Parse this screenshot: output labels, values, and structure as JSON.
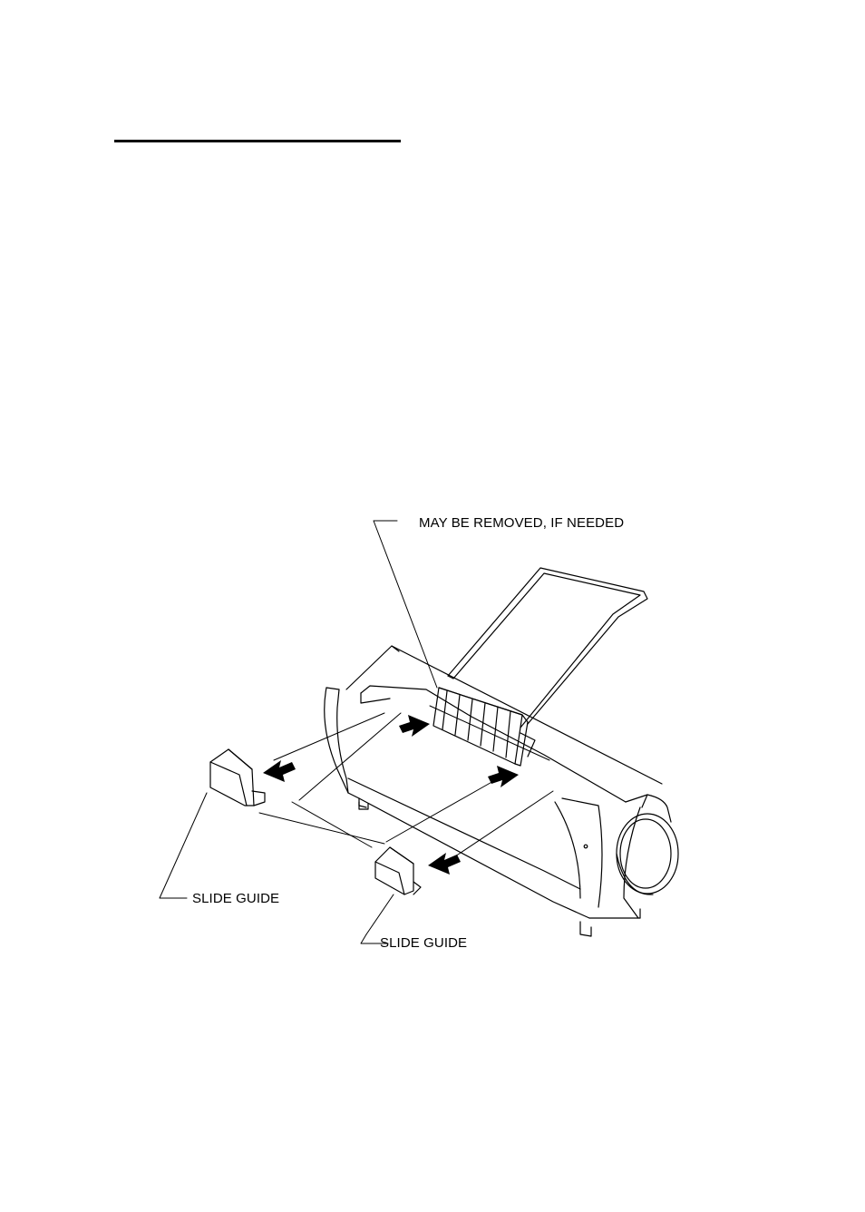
{
  "figure": {
    "callouts": {
      "removable_part": "MAY BE REMOVED, IF NEEDED",
      "slide_guide_left": "SLIDE GUIDE",
      "slide_guide_center": "SLIDE GUIDE"
    },
    "icons": [
      "printer-illustration",
      "paper-support-tray",
      "removable-insert",
      "slide-guide",
      "arrow-icon"
    ]
  }
}
